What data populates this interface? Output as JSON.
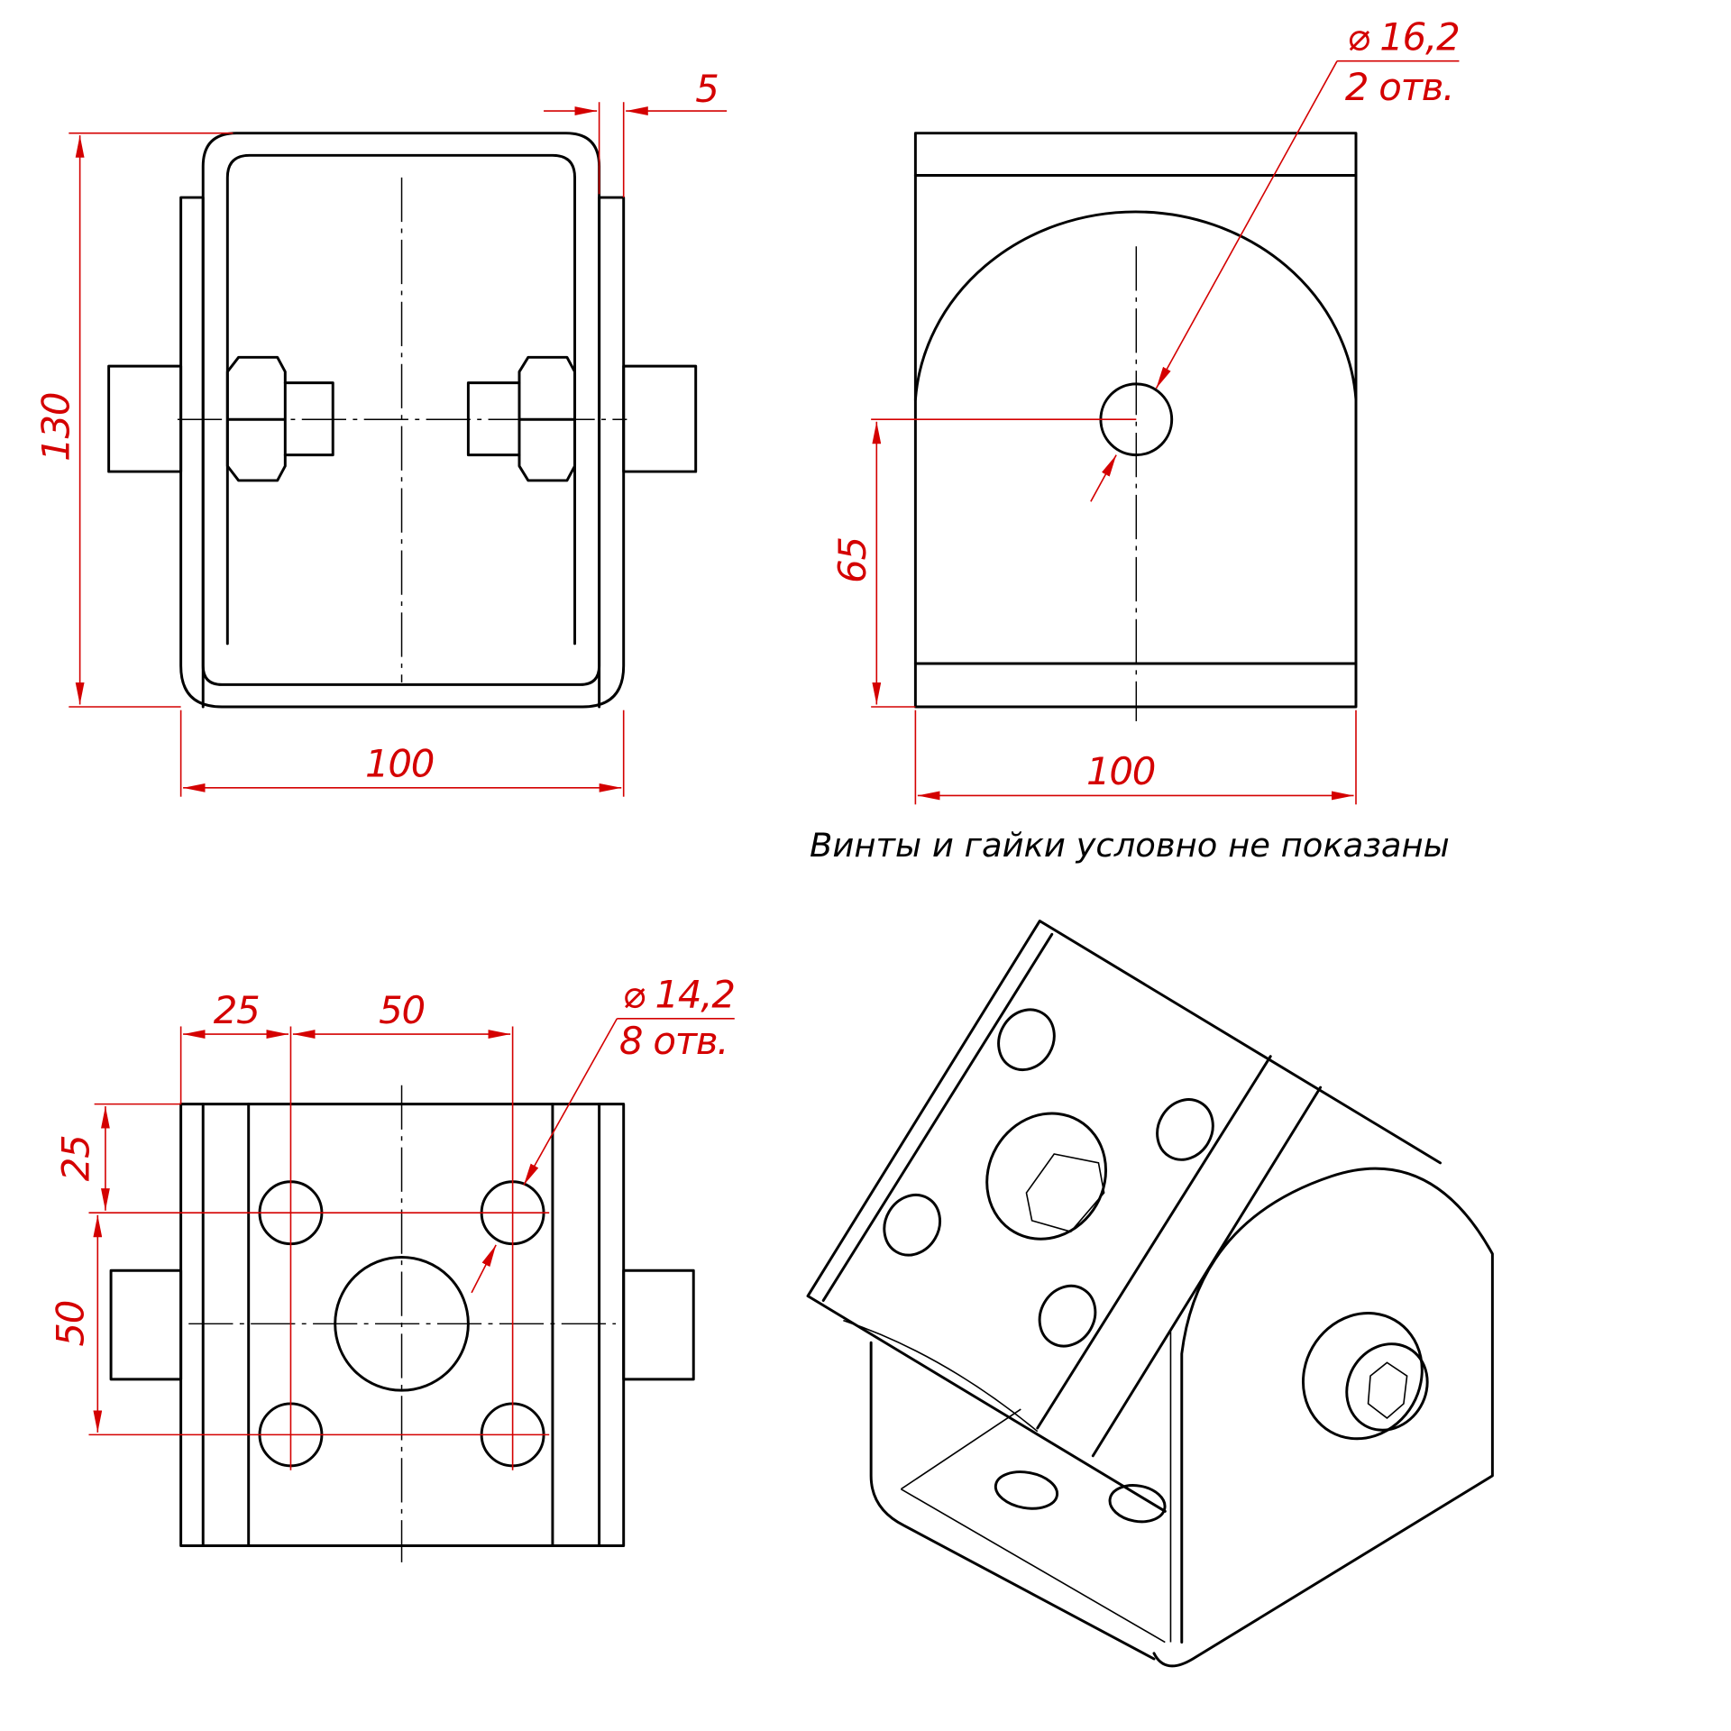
{
  "front_view": {
    "dim_thickness": "5",
    "dim_height": "130",
    "dim_width": "100"
  },
  "side_view": {
    "hole_diameter": "⌀ 16,2",
    "hole_count": "2 отв.",
    "dim_hole_height": "65",
    "dim_width": "100"
  },
  "note": "Винты и гайки условно не показаны",
  "top_view": {
    "dim_edge_x": "25",
    "dim_spacing_x": "50",
    "hole_diameter": "⌀ 14,2",
    "hole_count": "8 отв.",
    "dim_edge_y": "25",
    "dim_spacing_y": "50"
  },
  "colors": {
    "dimension": "#d40000",
    "outline": "#000000"
  }
}
